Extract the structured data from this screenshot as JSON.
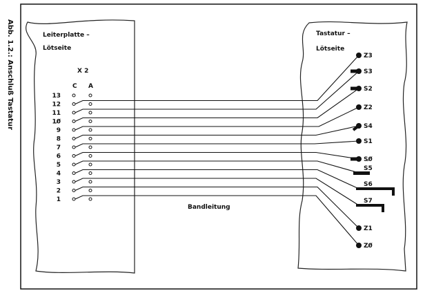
{
  "caption": "Abb. 1.2.: Anschluß  Tastatur",
  "left_board": {
    "title_line1": "Leiterplatte  –",
    "title_line2": "Lötseite",
    "connector": "X 2",
    "col_c": "C",
    "col_a": "A",
    "pins": [
      "13",
      "12",
      "11",
      "10̸",
      "9",
      "8",
      "7",
      "6",
      "5",
      "4",
      "3",
      "2",
      "1"
    ]
  },
  "right_board": {
    "title_line1": "Tastatur  –",
    "title_line2": "Lötseite"
  },
  "cable_label": "Bandleitung",
  "connections": [
    {
      "pin": "12",
      "target": "Z3"
    },
    {
      "pin": "11",
      "target": "S3"
    },
    {
      "pin": "10",
      "target": "S2"
    },
    {
      "pin": "9",
      "target": "Z2"
    },
    {
      "pin": "8",
      "target": "S4"
    },
    {
      "pin": "7",
      "target": "S1"
    },
    {
      "pin": "6",
      "target": "S0̸"
    },
    {
      "pin": "5",
      "target": "S5"
    },
    {
      "pin": "4",
      "target": "S6"
    },
    {
      "pin": "3",
      "target": "S7"
    },
    {
      "pin": "2",
      "target": "Z1"
    },
    {
      "pin": "1",
      "target": "Z0̸"
    }
  ]
}
